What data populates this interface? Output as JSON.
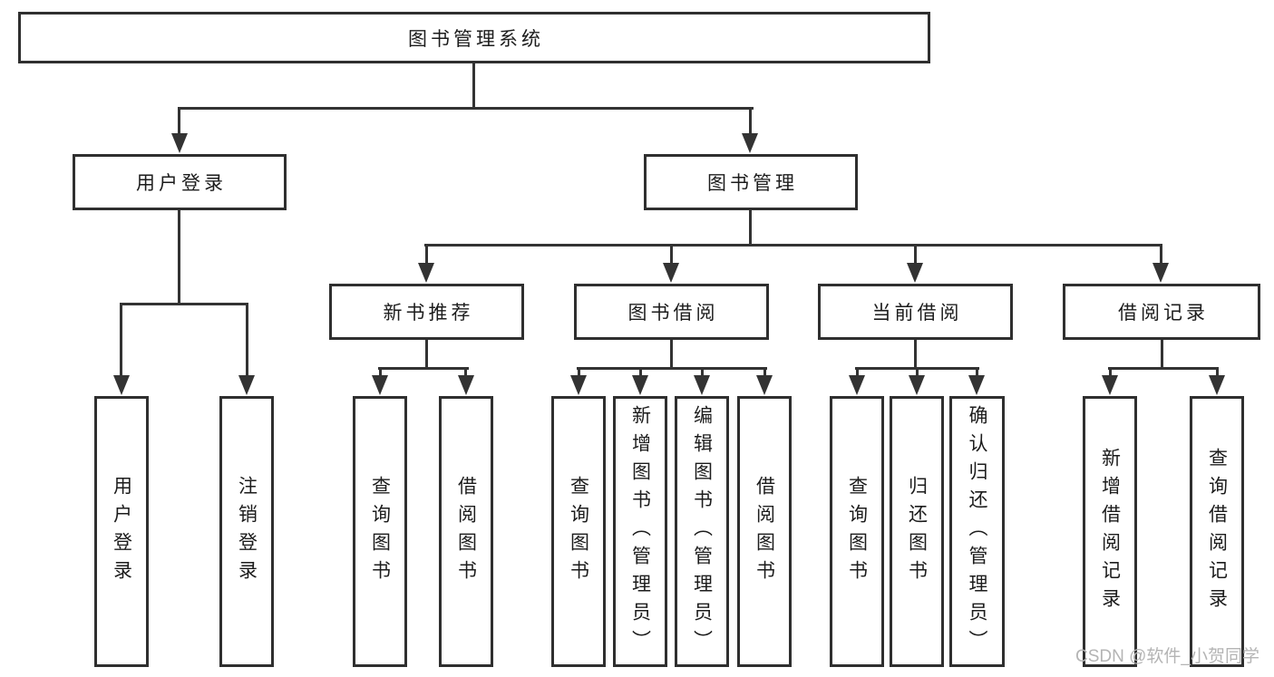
{
  "diagram_title": "图书管理系统",
  "nodes": {
    "root": "图书管理系统",
    "user_login": "用户登录",
    "book_mgmt": "图书管理",
    "new_book": "新书推荐",
    "book_borrow": "图书借阅",
    "current_borrow": "当前借阅",
    "borrow_record": "借阅记录"
  },
  "leaves": {
    "user_login_leaf": "用户登录",
    "logout": "注销登录",
    "nb_query": "查询图书",
    "nb_borrow": "借阅图书",
    "bb_query": "查询图书",
    "bb_add": "新增图书（管理员）",
    "bb_edit": "编辑图书（管理员）",
    "bb_borrow": "借阅图书",
    "cb_query": "查询图书",
    "cb_return": "归还图书",
    "cb_confirm": "确认归还（管理员）",
    "br_add": "新增借阅记录",
    "br_query": "查询借阅记录"
  },
  "watermark": "CSDN @软件_小贺同学",
  "colors": {
    "line": "#333333",
    "box_border": "#2f2f2f",
    "text": "#1c1c1c",
    "watermark": "#b4b4b4",
    "background": "#ffffff"
  }
}
